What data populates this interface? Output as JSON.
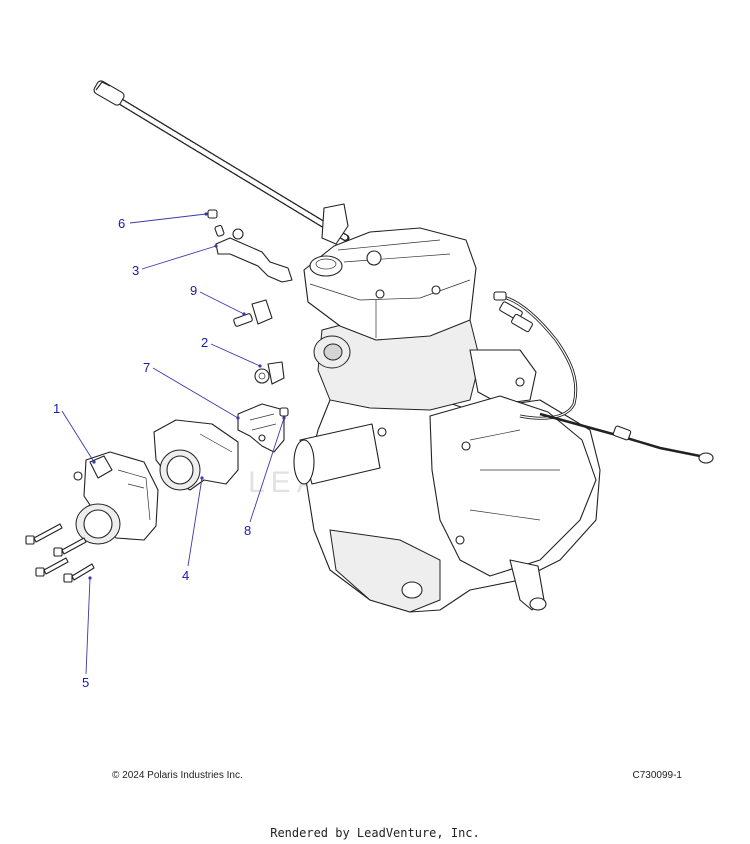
{
  "callouts": [
    {
      "id": "1",
      "label": "1"
    },
    {
      "id": "2",
      "label": "2"
    },
    {
      "id": "3",
      "label": "3"
    },
    {
      "id": "4",
      "label": "4"
    },
    {
      "id": "5",
      "label": "5"
    },
    {
      "id": "6",
      "label": "6"
    },
    {
      "id": "7",
      "label": "7"
    },
    {
      "id": "8",
      "label": "8"
    },
    {
      "id": "9",
      "label": "9"
    }
  ],
  "watermark": "LEADVENTURE",
  "footer": {
    "copyright": "© 2024 Polaris Industries Inc.",
    "figure_code": "C730099-1",
    "rendered_by": "Rendered by LeadVenture, Inc."
  },
  "colors": {
    "callout": "#1a1aa6",
    "line": "#222222"
  }
}
